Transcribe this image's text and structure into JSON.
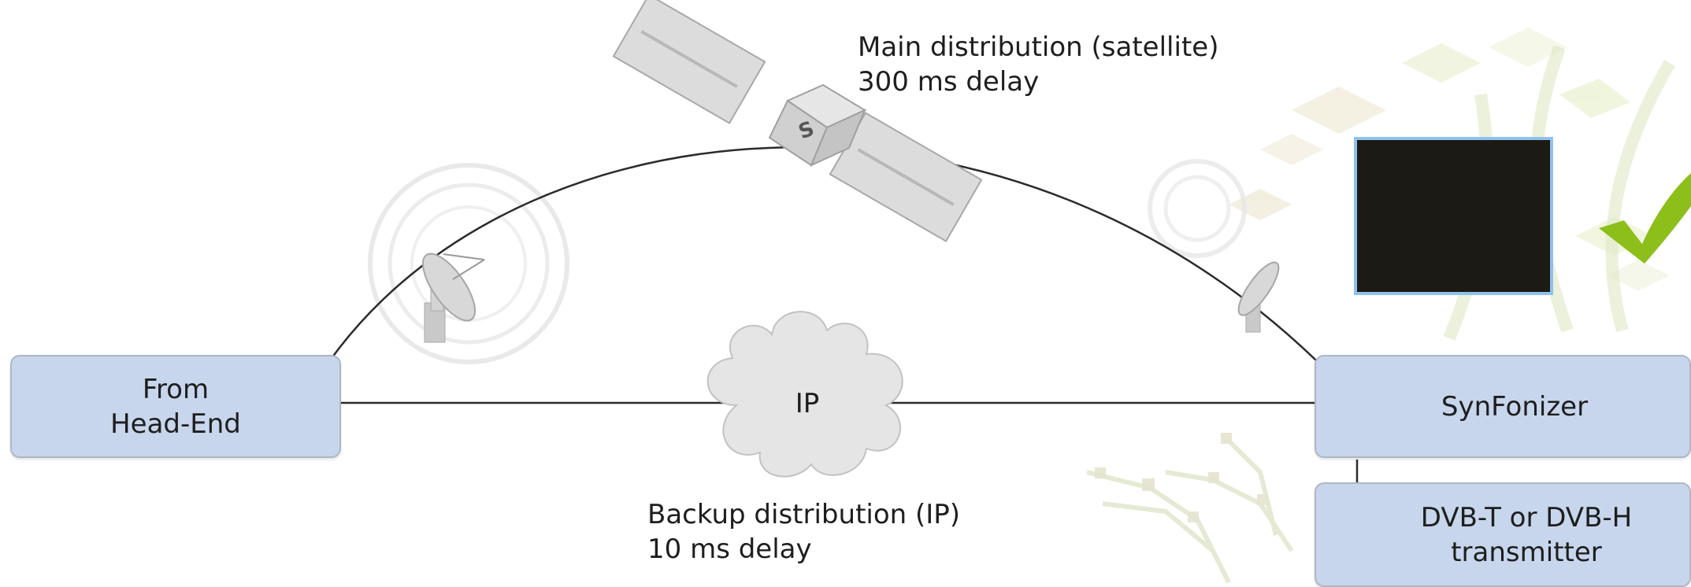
{
  "nodes": {
    "head_end": "From\nHead-End",
    "synfonizer": "SynFonizer",
    "transmitter": "DVB-T or DVB-H\ntransmitter",
    "ip": "IP",
    "satellite_mark": "S"
  },
  "links": {
    "main": {
      "line1": "Main distribution (satellite)",
      "line2": "300 ms delay"
    },
    "backup": {
      "line1": "Backup distribution (IP)",
      "line2": "10 ms delay"
    }
  },
  "colors": {
    "box_fill": "#c7d6ec",
    "check_mark": "#8cbf1a",
    "photo_border": "#8fc1ec"
  },
  "icons": [
    "satellite-icon",
    "satellite-dish-icon",
    "cloud-icon",
    "checkmark-icon",
    "connector-icon"
  ]
}
